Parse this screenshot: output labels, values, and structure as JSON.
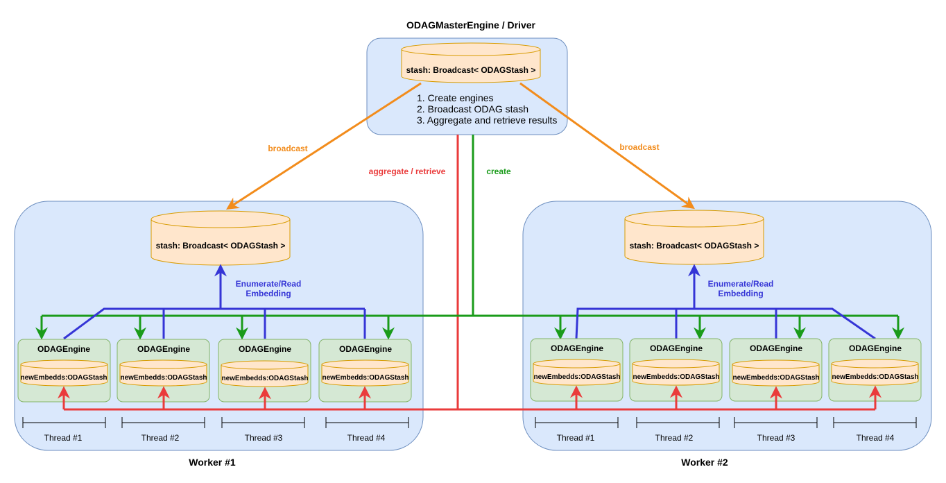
{
  "master": {
    "title": "ODAGMasterEngine / Driver",
    "stash_label": "stash: Broadcast< ODAGStash >",
    "steps": [
      "1. Create engines",
      "2. Broadcast ODAG stash",
      "3. Aggregate and retrieve results"
    ]
  },
  "edges": {
    "broadcast_left": "broadcast",
    "broadcast_right": "broadcast",
    "aggregate": "aggregate / retrieve",
    "create": "create"
  },
  "workers": [
    {
      "name": "Worker #1",
      "stash_label": "stash: Broadcast< ODAGStash >",
      "enumerate_label": [
        "Enumerate/Read",
        "Embedding"
      ],
      "engines": [
        {
          "title": "ODAGEngine",
          "store": "newEmbedds:ODAGStash",
          "thread": "Thread #1"
        },
        {
          "title": "ODAGEngine",
          "store": "newEmbedds:ODAGStash",
          "thread": "Thread #2"
        },
        {
          "title": "ODAGEngine",
          "store": "newEmbedds:ODAGStash",
          "thread": "Thread #3"
        },
        {
          "title": "ODAGEngine",
          "store": "newEmbedds:ODAGStash",
          "thread": "Thread #4"
        }
      ]
    },
    {
      "name": "Worker #2",
      "stash_label": "stash: Broadcast< ODAGStash >",
      "enumerate_label": [
        "Enumerate/Read",
        "Embedding"
      ],
      "engines": [
        {
          "title": "ODAGEngine",
          "store": "newEmbedds:ODAGStash",
          "thread": "Thread #1"
        },
        {
          "title": "ODAGEngine",
          "store": "newEmbedds:ODAGStash",
          "thread": "Thread #2"
        },
        {
          "title": "ODAGEngine",
          "store": "newEmbedds:ODAGStash",
          "thread": "Thread #3"
        },
        {
          "title": "ODAGEngine",
          "store": "newEmbedds:ODAGStash",
          "thread": "Thread #4"
        }
      ]
    }
  ],
  "colors": {
    "container_fill": "#dae8fc",
    "container_stroke": "#6c8ebf",
    "db_fill": "#ffe6cc",
    "db_stroke": "#d79b00",
    "engine_fill": "#d5e8d4",
    "engine_stroke": "#82b366",
    "broadcast": "#f28c1c",
    "aggregate": "#ea3b3b",
    "create": "#1a9b1a",
    "enumerate": "#3535d6"
  }
}
